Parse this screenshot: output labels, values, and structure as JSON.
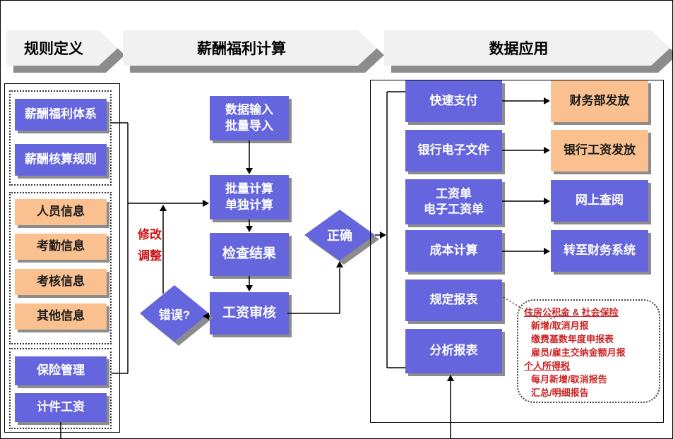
{
  "headers": {
    "left": "规则定义",
    "middle": "薪酬福利计算",
    "right": "数据应用"
  },
  "left_panel": {
    "group1": [
      "薪酬福利体系",
      "薪酬核算规则"
    ],
    "group2": [
      "人员信息",
      "考勤信息",
      "考核信息",
      "其他信息"
    ],
    "group3": [
      "保险管理",
      "计件工资"
    ]
  },
  "process": [
    "数据输入\n批量导入",
    "批量计算\n单独计算",
    "检查结果",
    "工资审核"
  ],
  "decisions": {
    "error": "错误?",
    "correct": "正确"
  },
  "note": {
    "text": "修改\n调整"
  },
  "apps": [
    "快速支付",
    "银行电子文件",
    "工资单\n电子工资单",
    "成本计算",
    "规定报表",
    "分析报表"
  ],
  "outputs": [
    "财务部发放",
    "银行工资发放",
    "网上查阅",
    "转至财务系统"
  ],
  "callout": {
    "line1": "住房公积金 & 社会保险",
    "line2": "新增/取消月报",
    "line3": "缴费基数年度申报表",
    "line4": "雇员/雇主交纳金额月报",
    "line5": "个人所得税",
    "line6": "每月新增/取消报告",
    "line7": "汇总/明细报告"
  },
  "colors": {
    "box_blue": "#6565DE",
    "box_orange": "#FAC090",
    "shadow_gray": "#8C8C8C",
    "banner_fill": "#F1F1F1",
    "note_red": "#CC1111",
    "callout_red": "#CC2222"
  }
}
